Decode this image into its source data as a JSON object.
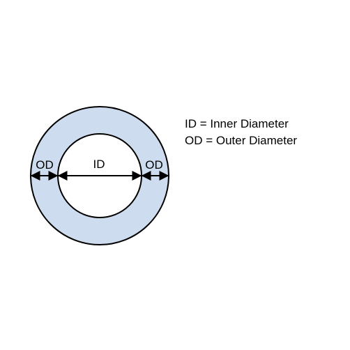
{
  "diagram": {
    "labels": {
      "id": "ID",
      "od_left": "OD",
      "od_right": "OD"
    },
    "legend": {
      "line1": "ID = Inner Diameter",
      "line2": "OD = Outer Diameter"
    },
    "colors": {
      "ring_fill": "#cddcee",
      "inner_fill": "#ffffff",
      "stroke": "#000000"
    }
  }
}
